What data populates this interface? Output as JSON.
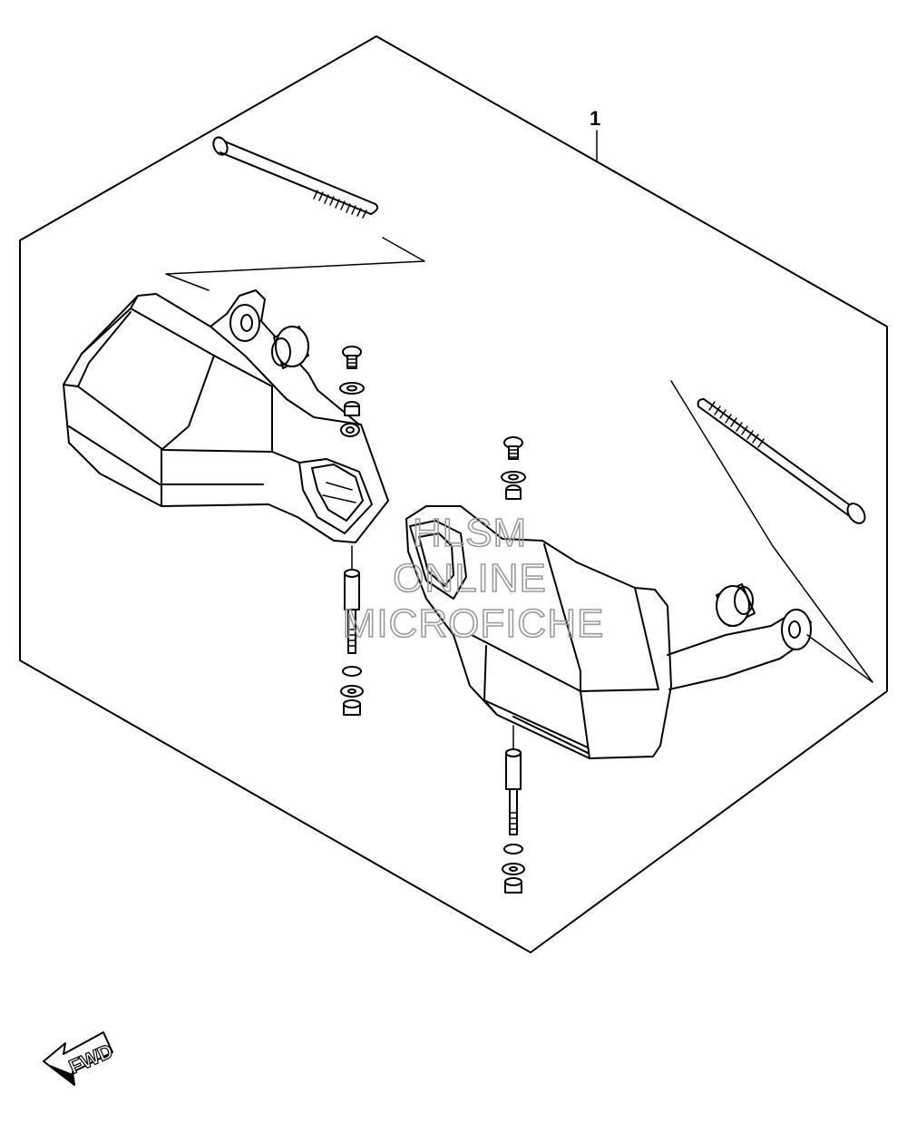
{
  "diagram": {
    "callouts": [
      {
        "label": "1"
      }
    ],
    "watermark": [
      "HLSM",
      "ONLINE",
      "MICROFICHE"
    ],
    "direction_arrow": {
      "label": "FWD",
      "icon": "fwd-arrow-icon"
    }
  }
}
